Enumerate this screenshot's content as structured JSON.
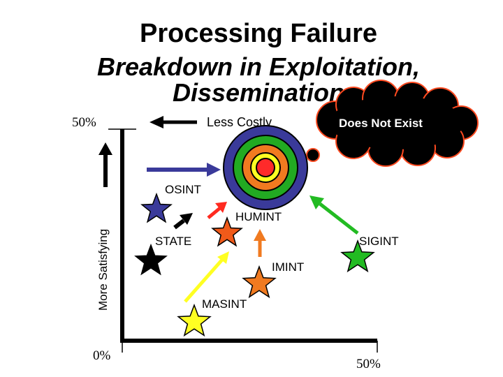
{
  "title": "Processing Failure",
  "subtitle_line1": "Breakdown in Exploitation,",
  "subtitle_line2": "Dissemination",
  "axis": {
    "y_top_label": "50%",
    "y_bottom_label": "0%",
    "x_right_label": "50%",
    "y_axis_label": "More Satisfying",
    "x_arrow_label": "Less Costly"
  },
  "cloud": {
    "label": "Does Not Exist"
  },
  "sources": [
    {
      "key": "osint",
      "label": "OSINT",
      "color": "#3a3a9a"
    },
    {
      "key": "humint",
      "label": "HUMINT",
      "color": "#f05a1a"
    },
    {
      "key": "state",
      "label": "STATE",
      "color": "#000000"
    },
    {
      "key": "sigint",
      "label": "SIGINT",
      "color": "#22bb22"
    },
    {
      "key": "imint",
      "label": "IMINT",
      "color": "#f07a20"
    },
    {
      "key": "masint",
      "label": "MASINT",
      "color": "#ffff22"
    }
  ],
  "target_colors": [
    "#3a3a9a",
    "#22aa22",
    "#f07a20",
    "#ffff22",
    "#ff2a2a"
  ]
}
